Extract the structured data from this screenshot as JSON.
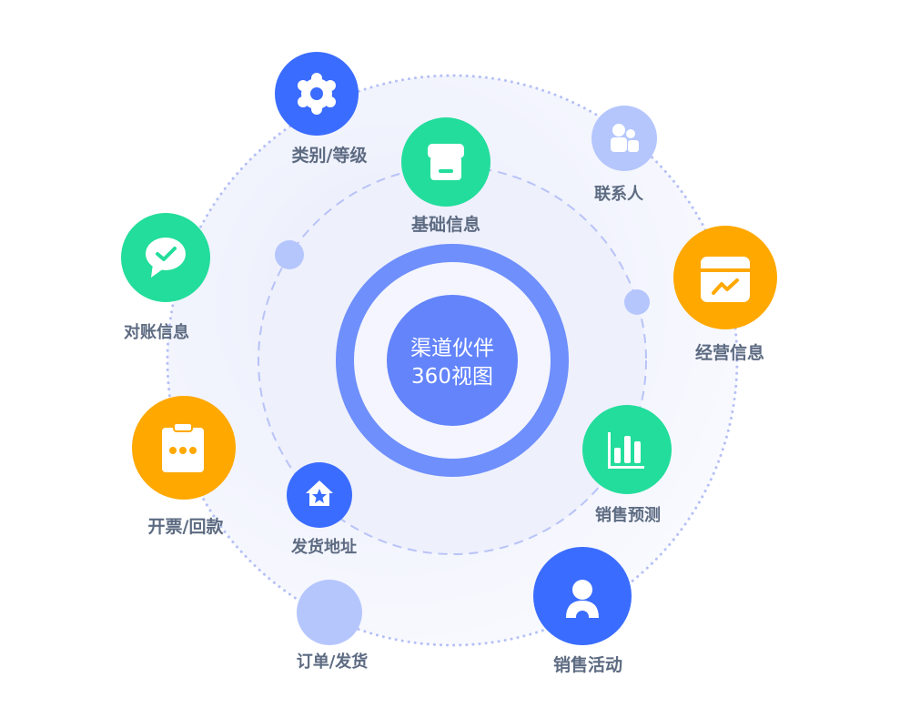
{
  "center": {
    "line1": "渠道伙伴",
    "line2": "360视图"
  },
  "colors": {
    "blue": "#3a6cff",
    "green": "#22dd9b",
    "orange": "#ffa800",
    "light": "#b5c6fd",
    "ring": "#6e8ffc",
    "core": "#6384fb",
    "label": "#5d6b82"
  },
  "nodes": {
    "category": {
      "label": "类别/等级",
      "icon": "gear-icon"
    },
    "basic": {
      "label": "基础信息",
      "icon": "store-icon"
    },
    "contacts": {
      "label": "联系人",
      "icon": "users-icon"
    },
    "business": {
      "label": "经营信息",
      "icon": "trend-card-icon"
    },
    "reconcile": {
      "label": "对账信息",
      "icon": "chat-check-icon"
    },
    "invoice": {
      "label": "开票/回款",
      "icon": "clipboard-icon"
    },
    "address": {
      "label": "发货地址",
      "icon": "house-star-icon"
    },
    "forecast": {
      "label": "销售预测",
      "icon": "bar-chart-icon"
    },
    "order": {
      "label": "订单/发货",
      "icon": "circle-icon"
    },
    "activity": {
      "label": "销售活动",
      "icon": "person-icon"
    }
  }
}
